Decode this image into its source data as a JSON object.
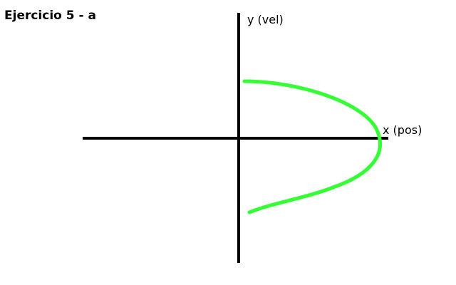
{
  "title": "Ejercicio 5 - a",
  "axes": {
    "y_label": "y (vel)",
    "x_label": "x (pos)",
    "color": "#000000"
  },
  "curve": {
    "color": "#33ff33"
  }
}
